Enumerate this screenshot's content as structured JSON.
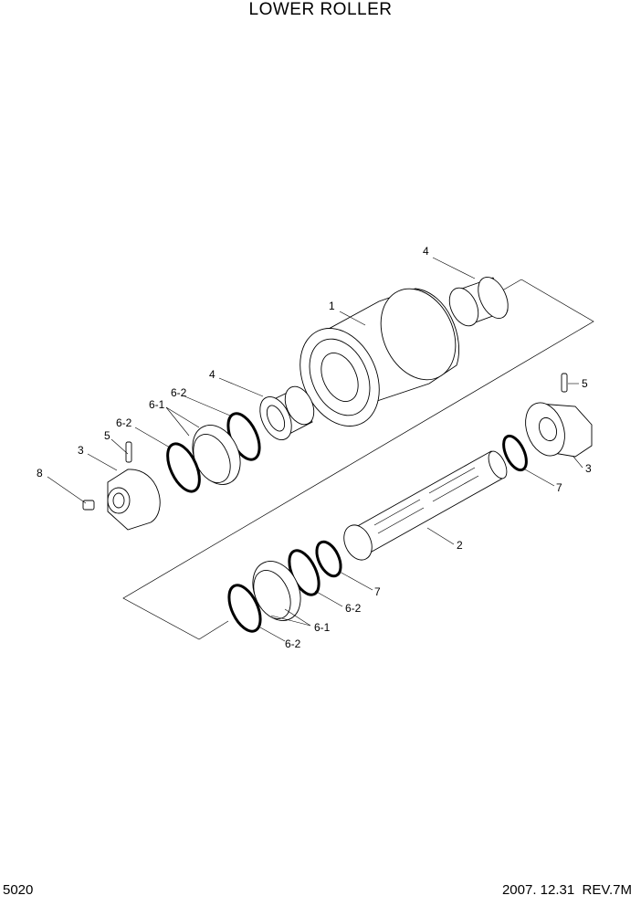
{
  "title": "LOWER ROLLER",
  "page_number": "5020",
  "revision": "2007. 12.31  REV.7M",
  "callouts": {
    "c4_top": "4",
    "c1": "1",
    "c4_mid": "4",
    "c6_2_upper": "6-2",
    "c6_1_upper": "6-1",
    "c6_2_left": "6-2",
    "c5_left": "5",
    "c3_left": "3",
    "c8": "8",
    "c5_right": "5",
    "c3_right": "3",
    "c7_right": "7",
    "c2": "2",
    "c7_lower": "7",
    "c6_2_lower": "6-2",
    "c6_1_lower": "6-1",
    "c6_2_bottom": "6-2"
  }
}
